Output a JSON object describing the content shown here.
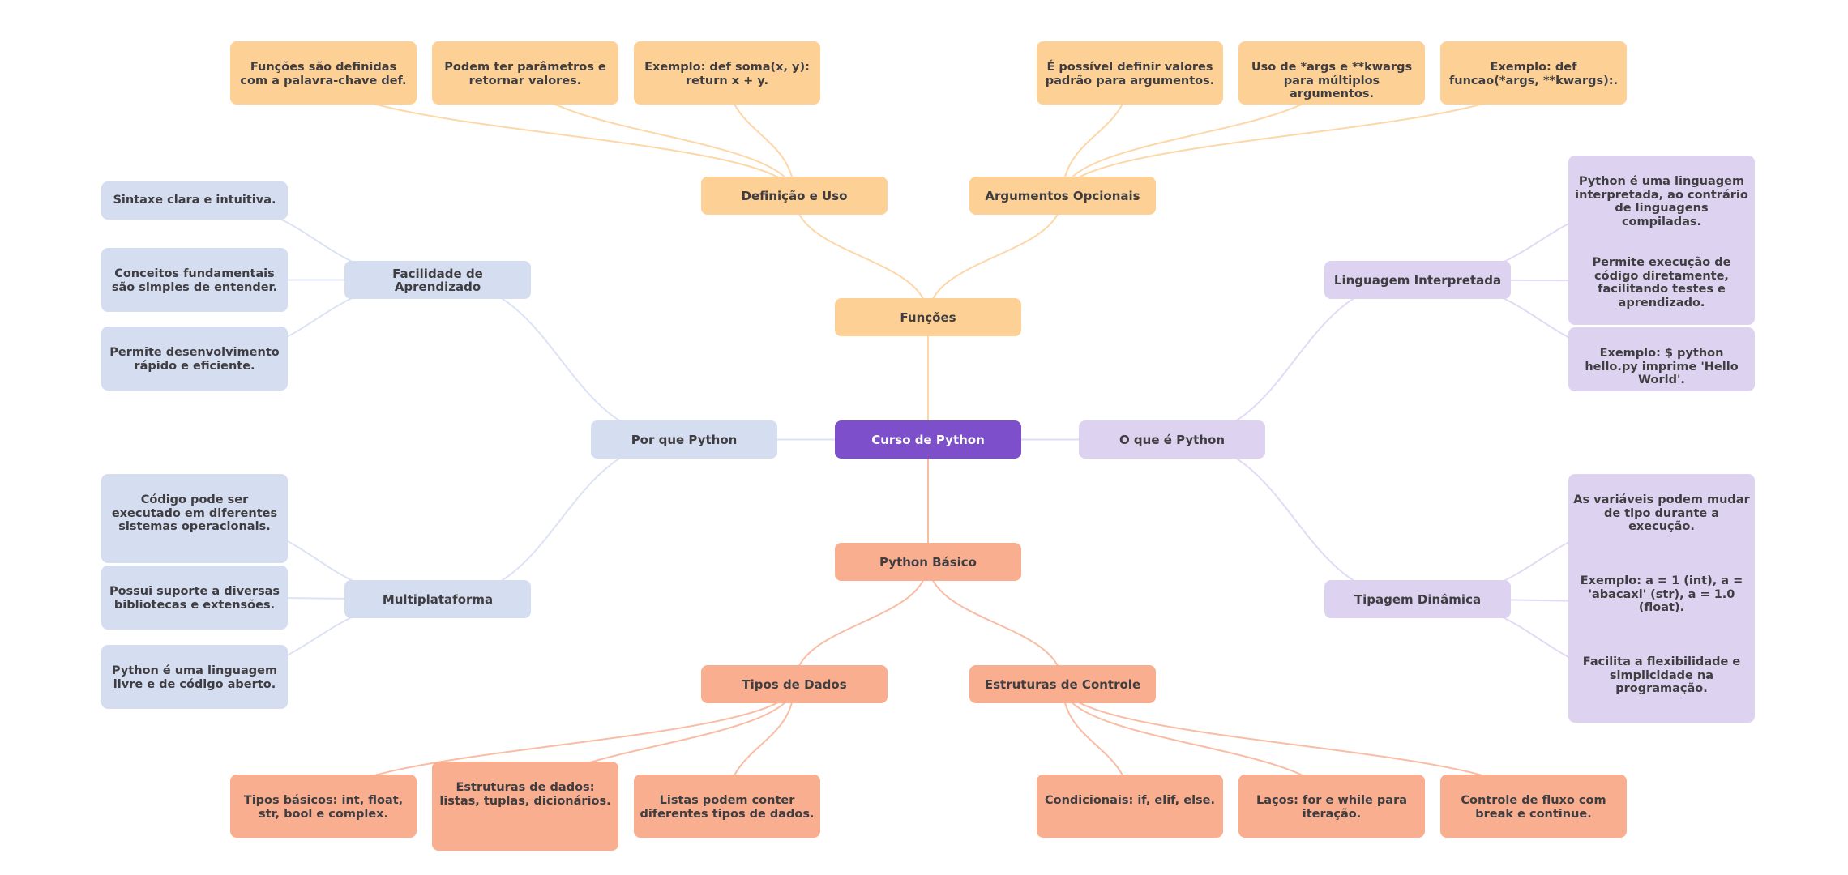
{
  "title": "Curso de Python",
  "colors": {
    "root": "#7e4fca",
    "funcoes": "#fdd095",
    "basico": "#f9ae8f",
    "por_que": "#d5ddf1",
    "o_que": "#ddd3f1",
    "edge_funcoes": "#fdd7a8",
    "edge_basico": "#f9bca4",
    "edge_por_que": "#dce3f4",
    "edge_o_que": "#e3daf5"
  },
  "nodes": {
    "root": "Curso de Python",
    "funcoes": "Funções",
    "definicao": "Definição e Uso",
    "argumentos": "Argumentos Opcionais",
    "basico": "Python Básico",
    "tipos": "Tipos de Dados",
    "controle": "Estruturas de Controle",
    "por_que": "Por que Python",
    "facilidade": "Facilidade de Aprendizado",
    "multiplataforma": "Multiplataforma",
    "o_que": "O que é Python",
    "interpretada": "Linguagem Interpretada",
    "tipagem": "Tipagem Dinâmica"
  },
  "leaves": {
    "definicao": [
      "Funções são definidas com a palavra-chave def.",
      "Podem ter parâmetros e retornar valores.",
      "Exemplo: def soma(x, y): return x + y."
    ],
    "argumentos": [
      "É possível definir valores padrão para argumentos.",
      "Uso de *args e **kwargs para múltiplos argumentos.",
      "Exemplo: def funcao(*args, **kwargs):."
    ],
    "facilidade": [
      "Sintaxe clara e intuitiva.",
      "Conceitos fundamentais são simples de entender.",
      "Permite desenvolvimento rápido e eficiente."
    ],
    "multiplataforma": [
      "Código pode ser executado em diferentes sistemas operacionais.",
      "Possui suporte a diversas bibliotecas e extensões.",
      "Python é uma linguagem livre e de código aberto."
    ],
    "interpretada": [
      "Python é uma linguagem interpretada, ao contrário de linguagens compiladas.",
      "Permite execução de código diretamente, facilitando testes e aprendizado.",
      "Exemplo: $ python hello.py imprime 'Hello World'."
    ],
    "tipagem": [
      "As variáveis podem mudar de tipo durante a execução.",
      "Exemplo: a = 1 (int), a = 'abacaxi' (str), a = 1.0 (float).",
      "Facilita a flexibilidade e simplicidade na programação."
    ],
    "tipos": [
      "Tipos básicos: int, float, str, bool e complex.",
      "Estruturas de dados: listas, tuplas, dicionários.",
      "Listas podem conter diferentes tipos de dados."
    ],
    "controle": [
      "Condicionais: if, elif, else.",
      "Laços: for e while para iteração.",
      "Controle de fluxo com break e continue."
    ]
  }
}
